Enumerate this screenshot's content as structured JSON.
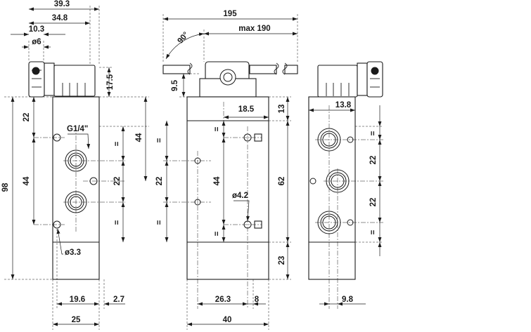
{
  "front": {
    "dims": {
      "w_39_3": "39.3",
      "w_34_8": "34.8",
      "w_10_3": "10.3",
      "d_6": "ø6",
      "h_17_5": "17.5",
      "h_22_top": "22",
      "h_98": "98",
      "h_44_left": "44",
      "h_44_right": "44",
      "h_22_right": "22",
      "eq_1": "=",
      "eq_2": "=",
      "port": "G1/4\"",
      "d_3_3": "ø3.3",
      "w_19_6": "19.6",
      "w_2_7": "2.7",
      "w_25": "25"
    }
  },
  "side": {
    "dims": {
      "w_195": "195",
      "w_max190": "max 190",
      "angle_90": "90°",
      "h_9_5": "9.5",
      "w_18_5": "18.5",
      "h_13": "13",
      "h_22": "22",
      "h_44": "44",
      "h_62": "62",
      "d_4_2": "ø4.2",
      "h_23": "23",
      "w_26_3": "26.3",
      "w_8": "8",
      "w_40": "40",
      "eq_1": "=",
      "eq_2": "=",
      "eq_3": "=",
      "eq_4": "="
    }
  },
  "back": {
    "dims": {
      "w_13_8": "13.8",
      "h_22_a": "22",
      "h_22_b": "22",
      "eq_1": "=",
      "eq_2": "=",
      "w_9_8": "9.8"
    }
  }
}
